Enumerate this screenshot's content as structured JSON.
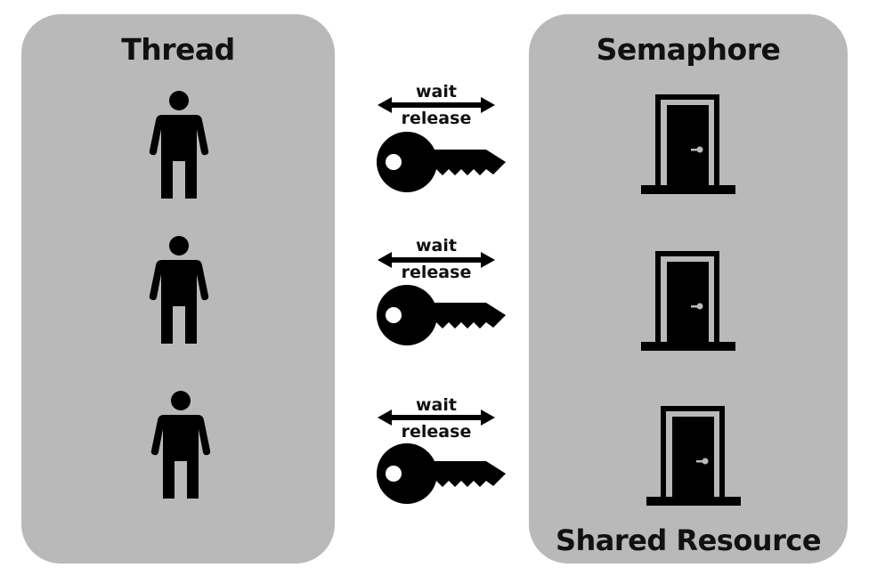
{
  "thread_panel": {
    "title": "Thread"
  },
  "semaphore_panel": {
    "title": "Semaphore",
    "footer": "Shared Resource"
  },
  "rows": [
    {
      "wait_label": "wait",
      "release_label": "release"
    },
    {
      "wait_label": "wait",
      "release_label": "release"
    },
    {
      "wait_label": "wait",
      "release_label": "release"
    }
  ],
  "icons": {
    "thread": "person-icon",
    "lock": "key-icon",
    "resource": "door-icon",
    "link": "double-arrow-icon"
  },
  "colors": {
    "panel": "#b9b9b9",
    "ink": "#000000",
    "background": "#ffffff"
  }
}
